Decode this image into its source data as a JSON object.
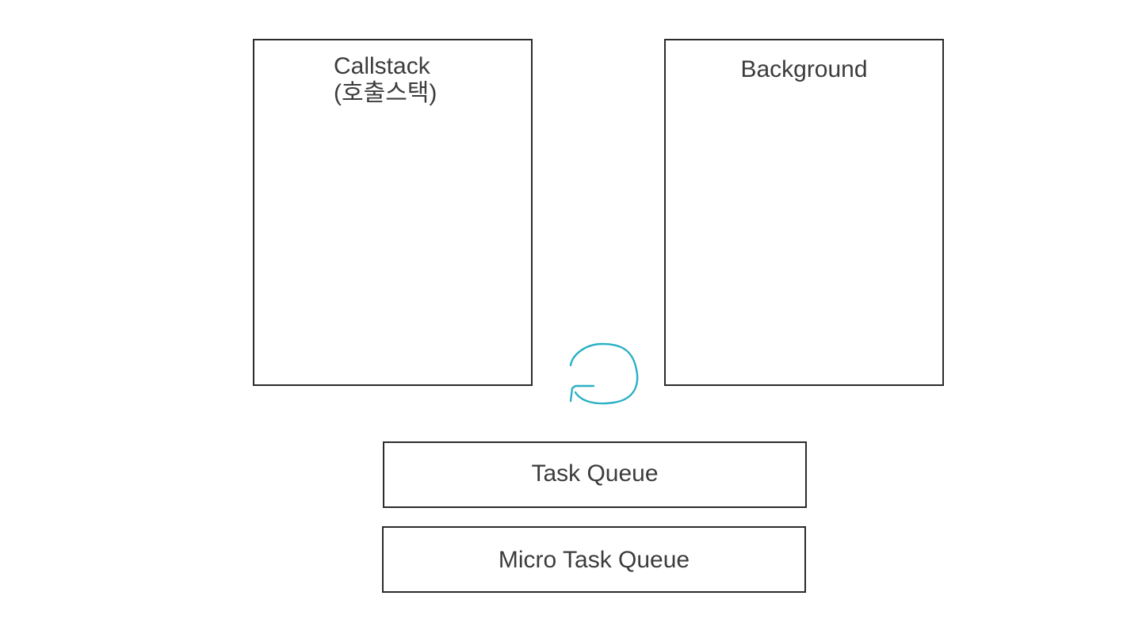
{
  "callstack": {
    "title": "Callstack\n(호출스택)"
  },
  "background": {
    "title": "Background"
  },
  "task_queue": {
    "title": "Task Queue"
  },
  "micro_task_queue": {
    "title": "Micro Task Queue"
  },
  "event_loop": {
    "icon": "circular-arrow-icon",
    "color": "#2ab0c5"
  },
  "colors": {
    "border": "#2b2b2b",
    "text": "#3c3c3c",
    "background": "#ffffff"
  }
}
